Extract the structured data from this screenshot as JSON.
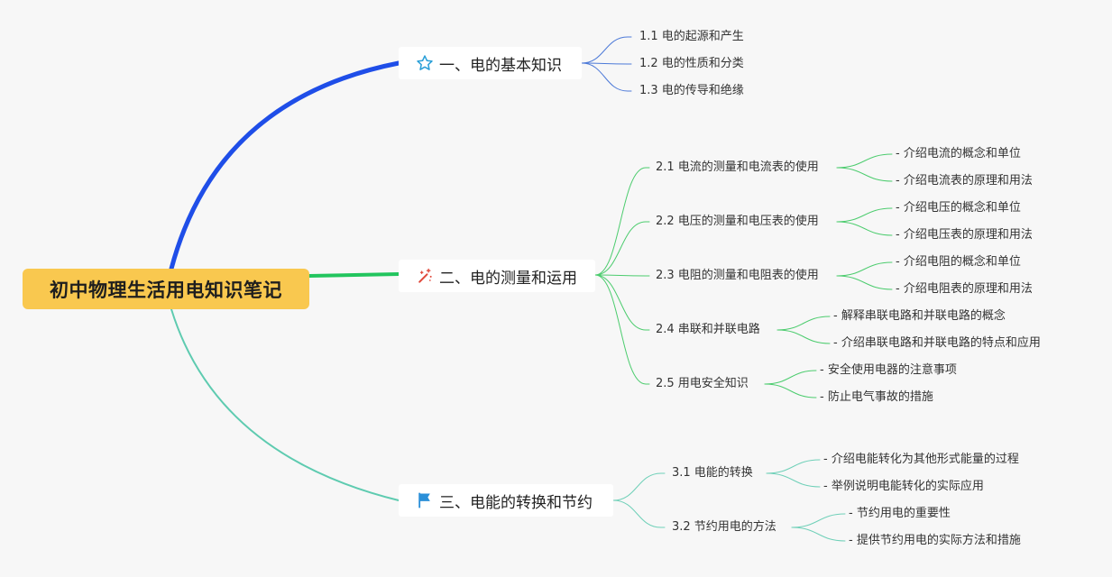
{
  "root": {
    "title": "初中物理生活用电知识笔记"
  },
  "branches": [
    {
      "title": "一、电的基本知识",
      "icon": "star-icon",
      "color": "#1f4ee8",
      "sub_color": "#4d7ad8",
      "children": [
        {
          "label": "1.1 电的起源和产生",
          "leaves": []
        },
        {
          "label": "1.2 电的性质和分类",
          "leaves": []
        },
        {
          "label": "1.3 电的传导和绝缘",
          "leaves": []
        }
      ]
    },
    {
      "title": "二、电的测量和运用",
      "icon": "magic-wand-icon",
      "color": "#22c55e",
      "sub_color": "#4ccc6e",
      "children": [
        {
          "label": "2.1 电流的测量和电流表的使用",
          "leaves": [
            "- 介绍电流的概念和单位",
            "- 介绍电流表的原理和用法"
          ]
        },
        {
          "label": "2.2 电压的测量和电压表的使用",
          "leaves": [
            "- 介绍电压的概念和单位",
            "- 介绍电压表的原理和用法"
          ]
        },
        {
          "label": "2.3 电阻的测量和电阻表的使用",
          "leaves": [
            "- 介绍电阻的概念和单位",
            "- 介绍电阻表的原理和用法"
          ]
        },
        {
          "label": "2.4 串联和并联电路",
          "leaves": [
            "- 解释串联电路和并联电路的概念",
            "- 介绍串联电路和并联电路的特点和应用"
          ]
        },
        {
          "label": "2.5 用电安全知识",
          "leaves": [
            "- 安全使用电器的注意事项",
            "- 防止电气事故的措施"
          ]
        }
      ]
    },
    {
      "title": "三、电能的转换和节约",
      "icon": "flag-icon",
      "color": "#5ecbb0",
      "sub_color": "#6fd0b8",
      "children": [
        {
          "label": "3.1 电能的转换",
          "leaves": [
            "- 介绍电能转化为其他形式能量的过程",
            "- 举例说明电能转化的实际应用"
          ]
        },
        {
          "label": "3.2 节约用电的方法",
          "leaves": [
            "- 节约用电的重要性",
            "- 提供节约用电的实际方法和措施"
          ]
        }
      ]
    }
  ]
}
